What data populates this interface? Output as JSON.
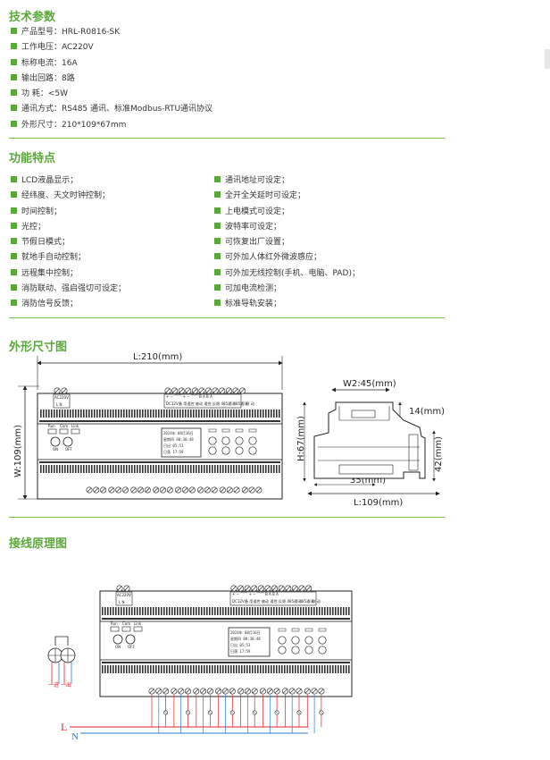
{
  "sections": {
    "tech_params": "技术参数",
    "features": "功能特点",
    "dimensions": "外形尺寸图",
    "wiring": "接线原理图"
  },
  "specs": [
    {
      "label": "产品型号：",
      "value": "HRL-R0816-SK"
    },
    {
      "label": "工作电压：",
      "value": "AC220V"
    },
    {
      "label": "标称电流：",
      "value": "16A"
    },
    {
      "label": "输出回路：",
      "value": "8路"
    },
    {
      "label": "功        耗：",
      "value": "<5W"
    },
    {
      "label": "通讯方式：",
      "value": "RS485 通讯、标准Modbus-RTU通讯协议"
    },
    {
      "label": "外形尺寸：",
      "value": "210*109*67mm"
    }
  ],
  "features_left": [
    "LCD液晶显示；",
    "经纬度、天文时钟控制；",
    "时间控制；",
    "光控；",
    "节假日模式；",
    "就地手自动控制；",
    "远程集中控制；",
    "消防联动、强启强切可设定；",
    "消防信号反馈；"
  ],
  "features_right": [
    "通讯地址可设定；",
    "全开全关延时可设定；",
    "上电模式可设定；",
    "波特率可设定；",
    "可恢复出厂设置；",
    "可外加人体红外微波感应；",
    "可外加无线控制(手机、电脑、PAD)；",
    "可加电流检测；",
    "标准导轨安装；"
  ],
  "dims": {
    "length": "L:210(mm)",
    "width": "W:109(mm)",
    "w2": "W2:45(mm)",
    "d14": "14(mm)",
    "h67": "H:67(mm)",
    "d42": "42(mm)",
    "d35": "35(mm)",
    "l109": "L:109(mm)"
  },
  "device": {
    "power_label": "AC220V",
    "power_terms": "L  N",
    "top_labels": [
      "DC12V",
      "备 用",
      "遥控",
      "被动",
      "遥控",
      "反馈",
      "485通讯",
      "485通讯",
      "联 动"
    ],
    "top_signs": "+ −   ⌒⌒   + −   ⌒⌒   B A   B A",
    "leds": [
      "Run",
      "Com",
      "Link"
    ],
    "btns": [
      "ON",
      "OFF"
    ],
    "lcd": [
      "2024年  08月16日",
      "星期四   08:30:48",
      "日出  05:53",
      "日落  17:59"
    ]
  },
  "wiring": {
    "l_label": "L",
    "n_label": "N",
    "in_out": "一进  一出"
  },
  "colors": {
    "accent": "#5aa83a",
    "l_wire": "#e0242b",
    "n_wire": "#2c7bd6"
  }
}
